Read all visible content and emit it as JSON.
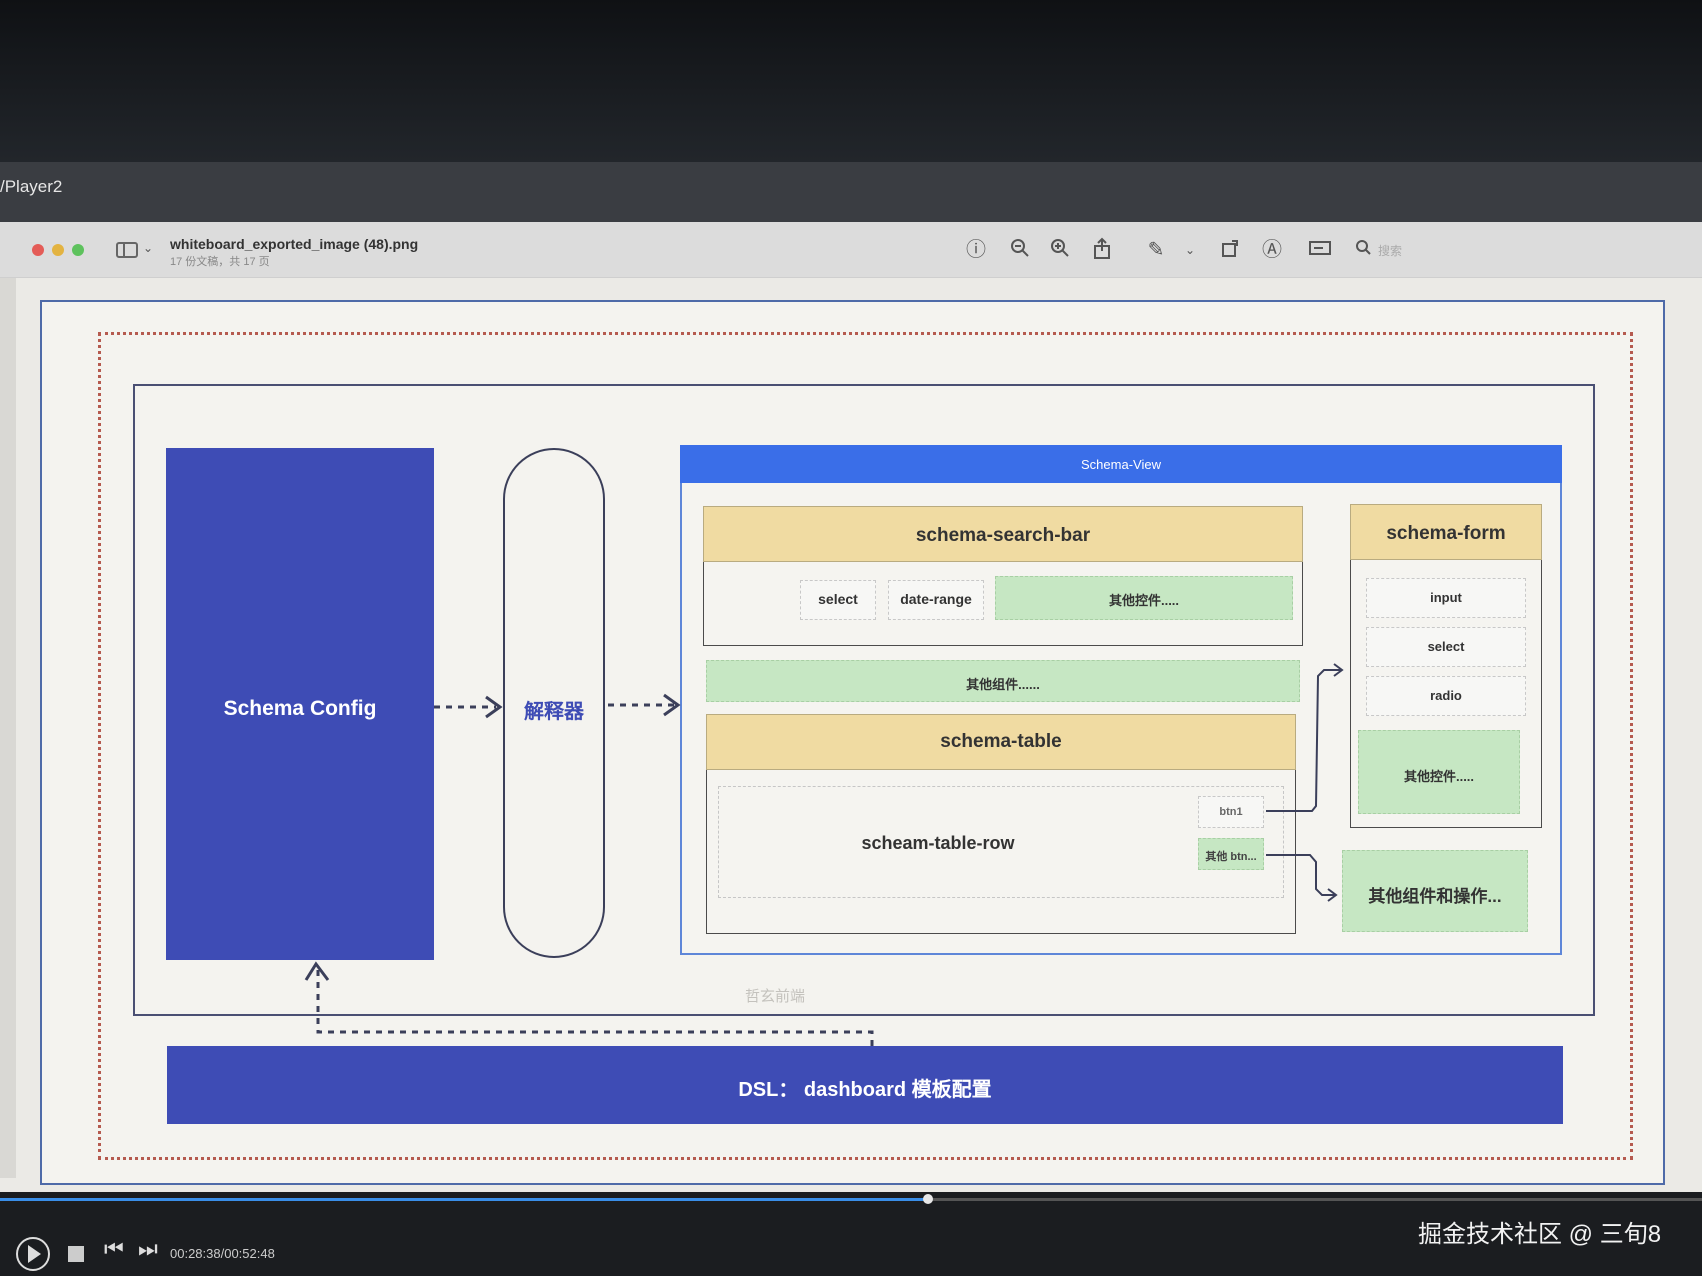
{
  "player": {
    "window_title": "/Player2",
    "time": "00:28:38/00:52:48",
    "progress_fraction": 0.545
  },
  "preview": {
    "file_name": "whiteboard_exported_image (48).png",
    "file_subtitle": "17 份文稿，共 17 页",
    "search_placeholder": "搜索",
    "icons": [
      "info-icon",
      "zoom-out-icon",
      "zoom-in-icon",
      "share-icon",
      "markup-pen-icon",
      "rotate-icon",
      "annotate-icon",
      "form-fill-icon",
      "search-icon"
    ]
  },
  "diagram": {
    "schema_config": "Schema Config",
    "interpreter": "解释器",
    "schema_view": "Schema-View",
    "search_bar": {
      "title": "schema-search-bar",
      "chips": [
        "select",
        "date-range",
        "其他控件....."
      ]
    },
    "other_components": "其他组件......",
    "table": {
      "title": "schema-table",
      "row": "scheam-table-row",
      "btn1": "btn1",
      "btn_other": "其他 btn..."
    },
    "form": {
      "title": "schema-form",
      "items": [
        "input",
        "select",
        "radio",
        "其他控件....."
      ]
    },
    "ops": "其他组件和操作...",
    "faint_caption": "哲玄前端",
    "dsl": "DSL：  dashboard 模板配置"
  },
  "watermark": "掘金技术社区 @ 三旬8",
  "colors": {
    "config_blue": "#3e4cb5",
    "view_header_blue": "#3a6ee8",
    "header_yellow": "#f0dba2",
    "component_green": "#c6e7c3",
    "dotted_red": "#b55a4f"
  }
}
